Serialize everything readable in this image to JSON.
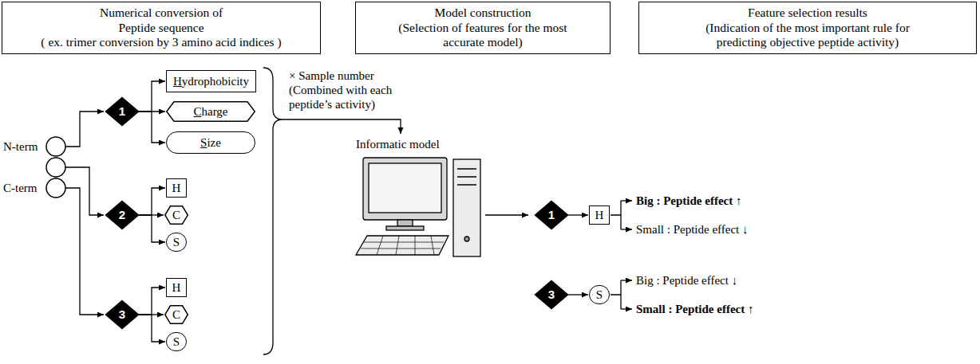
{
  "diagram": {
    "nodes": [
      {
        "text": [
          "Numerical conversion of Peptide sequence",
          "( ex. trimer conversion by 3 amino acid indices )"
        ]
      },
      {
        "text": [
          "Model construction",
          "(Selection of features for the most accurate model)"
        ]
      },
      {
        "text": [
          "Feature selection results",
          "(Indication of the most important rule for predicting objective peptide activity)"
        ]
      },
      {
        "text": [
          "1"
        ]
      },
      {
        "text": [
          "Hydrophobicity"
        ]
      },
      {
        "text": [
          "Charge"
        ]
      },
      {
        "text": [
          "Size"
        ]
      },
      {
        "text": [
          "2"
        ]
      },
      {
        "text": [
          "H"
        ]
      },
      {
        "text": [
          "C"
        ]
      },
      {
        "text": [
          "S"
        ]
      },
      {
        "text": [
          "3"
        ]
      },
      {
        "text": [
          "H"
        ]
      },
      {
        "text": [
          "C"
        ]
      },
      {
        "text": [
          "S"
        ]
      },
      {
        "text": [
          "1"
        ]
      },
      {
        "text": [
          "H"
        ]
      },
      {
        "text": [
          "3"
        ]
      },
      {
        "text": [
          "S"
        ]
      }
    ],
    "edges": [
      {
        "from": 3,
        "to": 4,
        "arrow": "to"
      },
      {
        "from": 3,
        "to": 5,
        "arrow": "to"
      },
      {
        "from": 3,
        "to": 6,
        "arrow": "to"
      },
      {
        "from": 7,
        "to": 8,
        "arrow": "to"
      },
      {
        "from": 7,
        "to": 9,
        "arrow": "to"
      },
      {
        "from": 7,
        "to": 10,
        "arrow": "to"
      },
      {
        "from": 11,
        "to": 12,
        "arrow": "to"
      },
      {
        "from": 11,
        "to": 13,
        "arrow": "to"
      },
      {
        "from": 11,
        "to": 14,
        "arrow": "to"
      },
      {
        "from": 15,
        "to": 16,
        "arrow": "to"
      },
      {
        "from": 17,
        "to": 18,
        "arrow": "to"
      }
    ],
    "labels": [
      "N-term",
      "C-term",
      "× Sample number",
      "(Combined with each peptide’s activity)",
      "Informatic model",
      "Big : Peptide effect ↑",
      "Small : Peptide effect ↓",
      "Big : Peptide effect ↓",
      "Small : Peptide effect ↑"
    ]
  }
}
